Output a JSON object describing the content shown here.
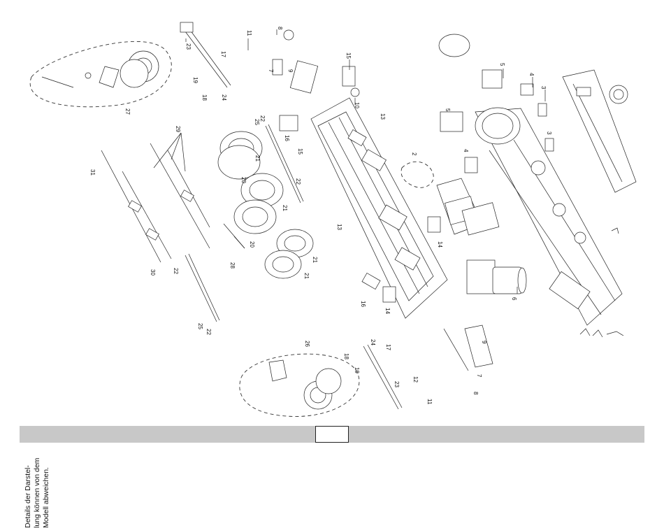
{
  "labels": [
    {
      "id": "23a",
      "text": "23"
    },
    {
      "id": "17a",
      "text": "17"
    },
    {
      "id": "19a",
      "text": "19"
    },
    {
      "id": "18a",
      "text": "18"
    },
    {
      "id": "24a",
      "text": "24"
    },
    {
      "id": "27",
      "text": "27"
    },
    {
      "id": "11a",
      "text": "11"
    },
    {
      "id": "8a",
      "text": "8"
    },
    {
      "id": "7a",
      "text": "7"
    },
    {
      "id": "9a",
      "text": "9"
    },
    {
      "id": "15a",
      "text": "15"
    },
    {
      "id": "10",
      "text": "10"
    },
    {
      "id": "13a",
      "text": "13"
    },
    {
      "id": "16a",
      "text": "16"
    },
    {
      "id": "15b",
      "text": "15"
    },
    {
      "id": "5a",
      "text": "5"
    },
    {
      "id": "4a",
      "text": "4"
    },
    {
      "id": "3a",
      "text": "3"
    },
    {
      "id": "5b",
      "text": "5"
    },
    {
      "id": "4b",
      "text": "4"
    },
    {
      "id": "3b",
      "text": "3"
    },
    {
      "id": "2",
      "text": "2"
    },
    {
      "id": "22a",
      "text": "22"
    },
    {
      "id": "25a",
      "text": "25"
    },
    {
      "id": "21a",
      "text": "21"
    },
    {
      "id": "29",
      "text": "29"
    },
    {
      "id": "31",
      "text": "31"
    },
    {
      "id": "20a",
      "text": "20"
    },
    {
      "id": "22b",
      "text": "22"
    },
    {
      "id": "21b",
      "text": "21"
    },
    {
      "id": "13b",
      "text": "13"
    },
    {
      "id": "14a",
      "text": "14"
    },
    {
      "id": "20b",
      "text": "20"
    },
    {
      "id": "28",
      "text": "28"
    },
    {
      "id": "21c",
      "text": "21"
    },
    {
      "id": "21d",
      "text": "21"
    },
    {
      "id": "30",
      "text": "30"
    },
    {
      "id": "22c",
      "text": "22"
    },
    {
      "id": "6",
      "text": "6"
    },
    {
      "id": "16b",
      "text": "16"
    },
    {
      "id": "14b",
      "text": "14"
    },
    {
      "id": "25b",
      "text": "25"
    },
    {
      "id": "22d",
      "text": "22"
    },
    {
      "id": "26",
      "text": "26"
    },
    {
      "id": "24b",
      "text": "24"
    },
    {
      "id": "17b",
      "text": "17"
    },
    {
      "id": "18b",
      "text": "18"
    },
    {
      "id": "19b",
      "text": "19"
    },
    {
      "id": "9b",
      "text": "9"
    },
    {
      "id": "12",
      "text": "12"
    },
    {
      "id": "7b",
      "text": "7"
    },
    {
      "id": "23b",
      "text": "23"
    },
    {
      "id": "11b",
      "text": "11"
    },
    {
      "id": "8b",
      "text": "8"
    }
  ],
  "note": "Details der Darstel-\nlung können von dem\nModell abweichen.",
  "footer": {
    "page_number": ""
  }
}
